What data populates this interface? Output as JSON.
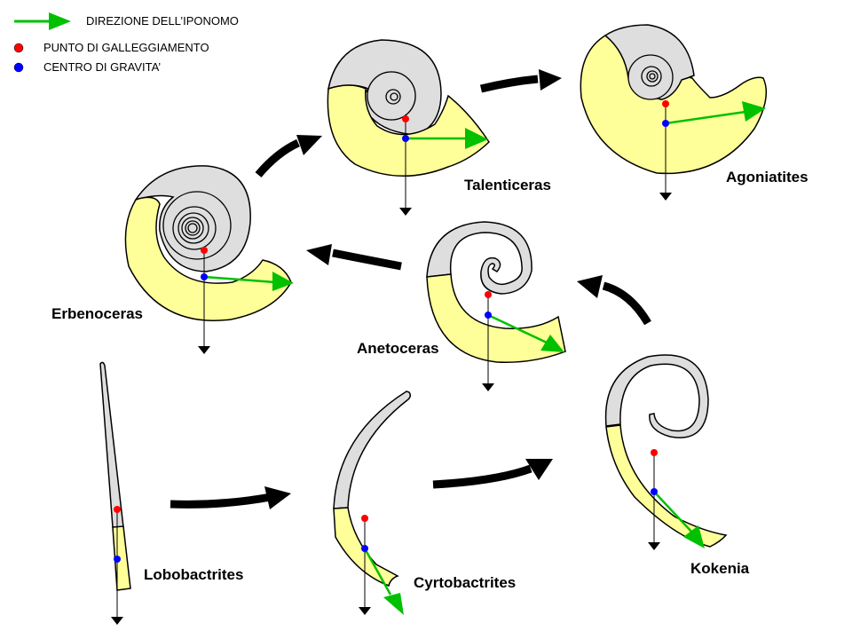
{
  "colors": {
    "body_chamber": "#ffff99",
    "phragmocone": "#dedede",
    "outline": "#000000",
    "hyponome": "#00c000",
    "buoyancy": "#ff0000",
    "gravity": "#0000ff",
    "arrow": "#000000"
  },
  "legend": {
    "hyponome_direction": "DIREZIONE DELL’IPONOMO",
    "buoyancy_point": "PUNTO DI GALLEGGIAMENTO",
    "center_of_gravity": "CENTRO DI GRAVITA’"
  },
  "specimens": [
    {
      "id": "lobobactrites",
      "name": "Lobobactrites",
      "coiling": "straight"
    },
    {
      "id": "cyrtobactrites",
      "name": "Cyrtobactrites",
      "coiling": "curved"
    },
    {
      "id": "kokenia",
      "name": "Kokenia",
      "coiling": "loosely coiled"
    },
    {
      "id": "anetoceras",
      "name": "Anetoceras",
      "coiling": "open coiled"
    },
    {
      "id": "erbenoceras",
      "name": "Erbenoceras",
      "coiling": "coiled"
    },
    {
      "id": "talenticeras",
      "name": "Talenticeras",
      "coiling": "tightly coiled"
    },
    {
      "id": "agoniatites",
      "name": "Agoniatites",
      "coiling": "involute"
    }
  ],
  "evolution_sequence": [
    "Lobobactrites",
    "Cyrtobactrites",
    "Kokenia",
    "Anetoceras",
    "Erbenoceras",
    "Talenticeras",
    "Agoniatites"
  ]
}
